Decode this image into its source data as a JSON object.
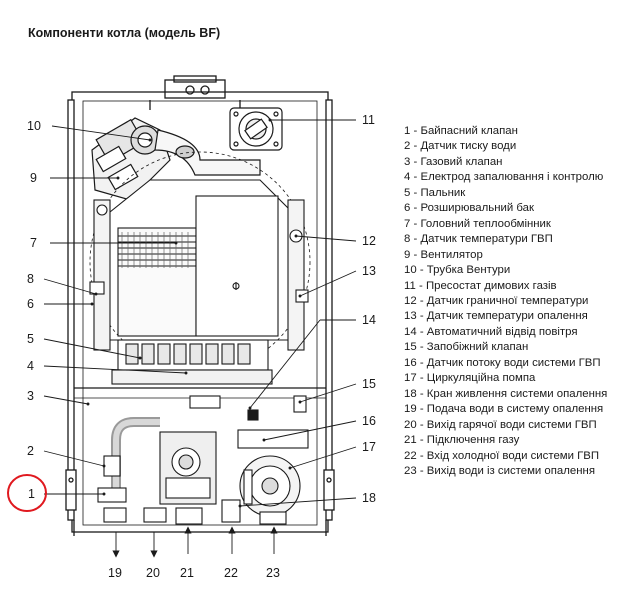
{
  "title": "Компоненти котла (модель  BF)",
  "legend": [
    {
      "num": "1",
      "label": "Байпасний клапан"
    },
    {
      "num": "2",
      "label": "Датчик тиску води"
    },
    {
      "num": "3",
      "label": "Газовий клапан"
    },
    {
      "num": "4",
      "label": "Електрод запалювання і контролю"
    },
    {
      "num": "5",
      "label": "Пальник"
    },
    {
      "num": "6",
      "label": "Розширювальний бак"
    },
    {
      "num": "7",
      "label": "Головний теплообмінник"
    },
    {
      "num": "8",
      "label": "Датчик температури ГВП"
    },
    {
      "num": "9",
      "label": "Вентилятор"
    },
    {
      "num": "10",
      "label": "Трубка Вентури"
    },
    {
      "num": "11",
      "label": "Пресостат димових газів"
    },
    {
      "num": "12",
      "label": "Датчик граничної температури"
    },
    {
      "num": "13",
      "label": "Датчик температури опалення"
    },
    {
      "num": "14",
      "label": "Автоматичний відвід повітря"
    },
    {
      "num": "15",
      "label": "Запобіжний клапан"
    },
    {
      "num": "16",
      "label": "Датчик потоку води системи ГВП"
    },
    {
      "num": "17",
      "label": "Циркуляційна помпа"
    },
    {
      "num": "18",
      "label": "Кран живлення системи опалення"
    },
    {
      "num": "19",
      "label": "Подача води в систему опалення"
    },
    {
      "num": "20",
      "label": "Вихід гарячої води системи ГВП"
    },
    {
      "num": "21",
      "label": "Підключення газу"
    },
    {
      "num": "22",
      "label": "Вхід холодної води системи ГВП"
    },
    {
      "num": "23",
      "label": "Вихід води із системи опалення"
    }
  ],
  "callouts": {
    "c1": "1",
    "c2": "2",
    "c3": "3",
    "c4": "4",
    "c5": "5",
    "c6": "6",
    "c7": "7",
    "c8": "8",
    "c9": "9",
    "c10": "10",
    "c11": "11",
    "c12": "12",
    "c13": "13",
    "c14": "14",
    "c15": "15",
    "c16": "16",
    "c17": "17",
    "c18": "18",
    "c19": "19",
    "c20": "20",
    "c21": "21",
    "c22": "22",
    "c23": "23"
  },
  "colors": {
    "line": "#1a1a1a",
    "highlight": "#e0191f",
    "tube": "#bdbdbd"
  }
}
